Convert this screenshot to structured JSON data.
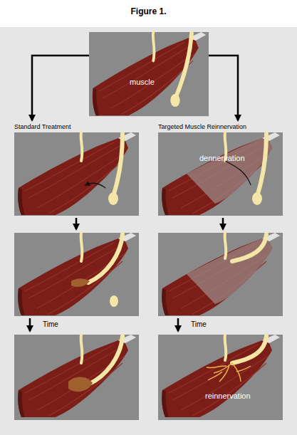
{
  "diagram": {
    "title": "Figure 1.",
    "nodes": [
      {
        "text": [
          "muscle"
        ]
      },
      {
        "text": [
          "Standard Treatment"
        ]
      },
      {
        "text": [
          "Targeted Muscle Reinnervation",
          "dennervation"
        ]
      },
      {
        "text": [
          "reinnervation"
        ]
      }
    ],
    "edges": [
      {
        "from": 0,
        "to": 1,
        "arrow": "to"
      },
      {
        "from": 0,
        "to": 2,
        "arrow": "to"
      }
    ],
    "labels": [
      "Time",
      "Time"
    ]
  }
}
